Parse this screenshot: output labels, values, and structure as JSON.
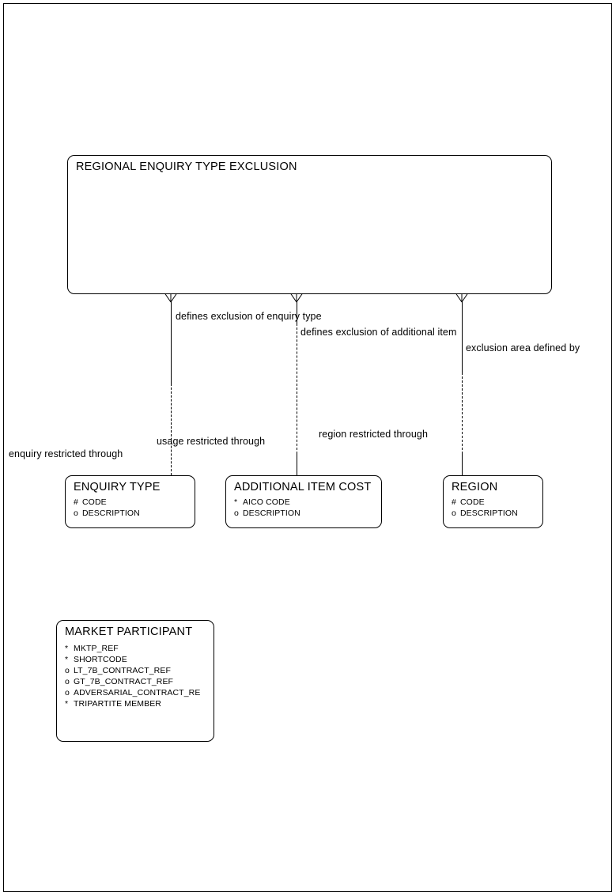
{
  "diagram": {
    "type": "entity-relationship",
    "notation": "barker",
    "title": "Regional Enquiry Type Exclusion ER Diagram"
  },
  "entities": [
    {
      "id": "regional-enquiry-type-exclusion",
      "name": "REGIONAL ENQUIRY TYPE EXCLUSION",
      "attributes": []
    },
    {
      "id": "enquiry-type",
      "name": "ENQUIRY TYPE",
      "attributes": [
        {
          "mark": "#",
          "label": "CODE"
        },
        {
          "mark": "o",
          "label": "DESCRIPTION"
        }
      ]
    },
    {
      "id": "additional-item-cost",
      "name": "ADDITIONAL ITEM COST",
      "attributes": [
        {
          "mark": "*",
          "label": "AICO CODE"
        },
        {
          "mark": "o",
          "label": "DESCRIPTION"
        }
      ]
    },
    {
      "id": "region",
      "name": "REGION",
      "attributes": [
        {
          "mark": "#",
          "label": "CODE"
        },
        {
          "mark": "o",
          "label": "DESCRIPTION"
        }
      ]
    },
    {
      "id": "market-participant",
      "name": "MARKET PARTICIPANT",
      "attributes": [
        {
          "mark": "*",
          "label": "MKTP_REF"
        },
        {
          "mark": "*",
          "label": "SHORTCODE"
        },
        {
          "mark": "o",
          "label": "LT_7B_CONTRACT_REF"
        },
        {
          "mark": "o",
          "label": "GT_7B_CONTRACT_REF"
        },
        {
          "mark": "o",
          "label": "ADVERSARIAL_CONTRACT_RE"
        },
        {
          "mark": "*",
          "label": "TRIPARTITE MEMBER"
        }
      ]
    }
  ],
  "relationships": [
    {
      "id": "enquiry-type-exclusion",
      "from": "regional-enquiry-type-exclusion",
      "to": "enquiry-type",
      "top_label": "defines exclusion of enquiry type",
      "bottom_label": "enquiry restricted through"
    },
    {
      "id": "additional-item-exclusion",
      "from": "regional-enquiry-type-exclusion",
      "to": "additional-item-cost",
      "top_label": "defines exclusion of additional item",
      "bottom_label": "usage restricted through"
    },
    {
      "id": "region-exclusion",
      "from": "regional-enquiry-type-exclusion",
      "to": "region",
      "top_label": "exclusion area defined by",
      "bottom_label": "region restricted through"
    }
  ],
  "colors": {
    "line": "#000000",
    "background": "#ffffff",
    "text": "#000000"
  }
}
